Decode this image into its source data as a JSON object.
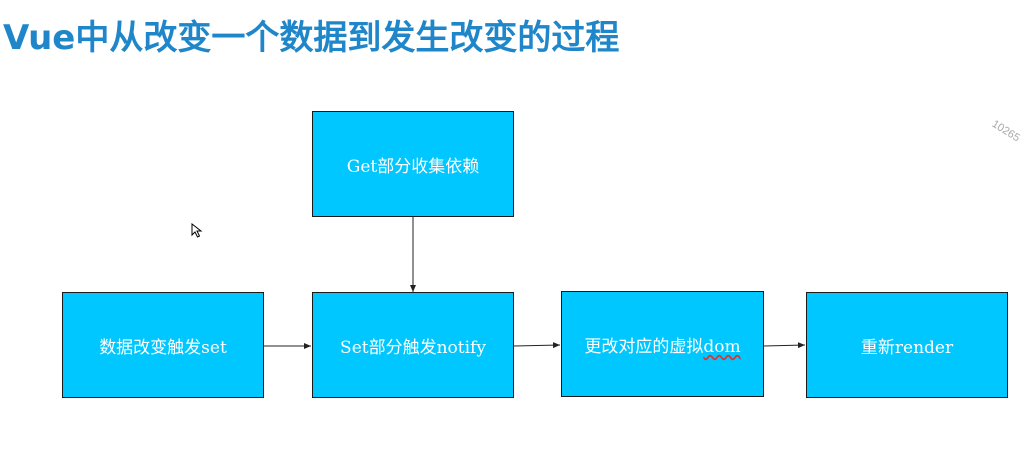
{
  "slide": {
    "title": "Vue中从改变一个数据到发生改变的过程",
    "watermark": "10265",
    "title_color": "#1f87c9",
    "box_color": "#00c7ff"
  },
  "diagram": {
    "nodes": {
      "get_collect": "Get部分收集依赖",
      "data_change": "数据改变触发set",
      "set_notify": "Set部分触发notify",
      "update_vdom_prefix": "更改对应的虚拟",
      "update_vdom_suffix": "dom",
      "rerender": "重新render"
    },
    "edges": [
      {
        "from": "get_collect",
        "to": "set_notify"
      },
      {
        "from": "data_change",
        "to": "set_notify"
      },
      {
        "from": "set_notify",
        "to": "update_vdom"
      },
      {
        "from": "update_vdom",
        "to": "rerender"
      }
    ]
  },
  "cursor_icon": "arrow-cursor-icon"
}
